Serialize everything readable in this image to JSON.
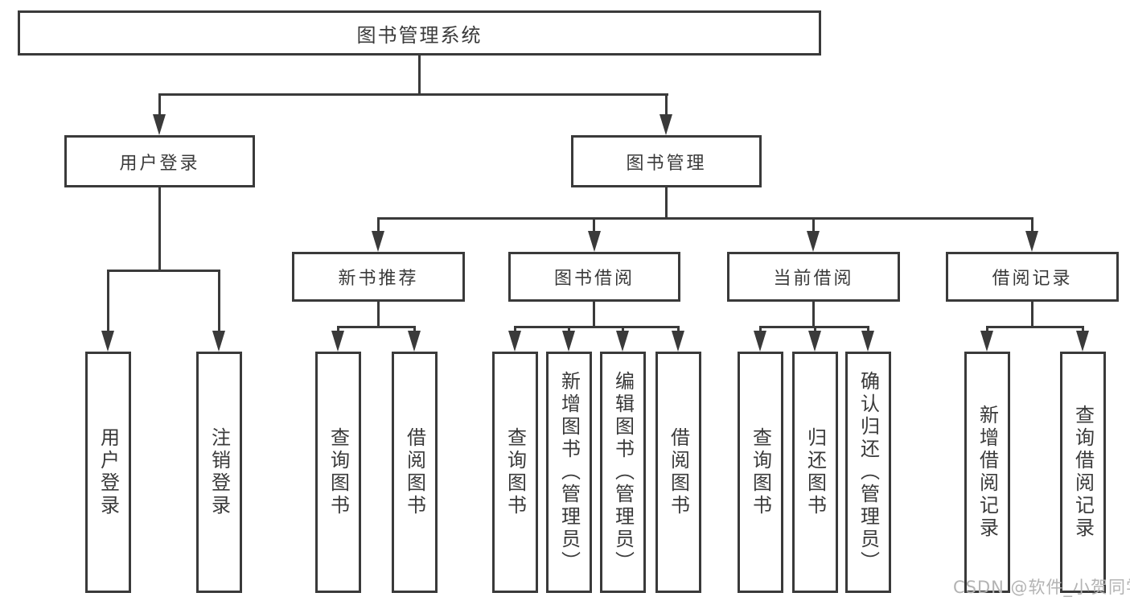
{
  "diagram": {
    "root": {
      "label": "图书管理系统"
    },
    "level2": [
      {
        "label": "用户登录"
      },
      {
        "label": "图书管理"
      }
    ],
    "level3": [
      {
        "label": "新书推荐"
      },
      {
        "label": "图书借阅"
      },
      {
        "label": "当前借阅"
      },
      {
        "label": "借阅记录"
      }
    ],
    "leaves": {
      "user_login": [
        {
          "label": "用户登录"
        },
        {
          "label": "注销登录"
        }
      ],
      "new_book_recommend": [
        {
          "label": "查询图书"
        },
        {
          "label": "借阅图书"
        }
      ],
      "book_borrow": [
        {
          "label": "查询图书"
        },
        {
          "label": "新增图书（管理员）"
        },
        {
          "label": "编辑图书（管理员）"
        },
        {
          "label": "借阅图书"
        }
      ],
      "current_borrow": [
        {
          "label": "查询图书"
        },
        {
          "label": "归还图书"
        },
        {
          "label": "确认归还（管理员）"
        }
      ],
      "borrow_record": [
        {
          "label": "新增借阅记录"
        },
        {
          "label": "查询借阅记录"
        }
      ]
    },
    "watermark": {
      "text": "CSDN @软件_小贺同学"
    },
    "colors": {
      "line": "#3a3a3a",
      "text": "#3a3a3a",
      "watermark": "#b3b3b3",
      "background": "#ffffff"
    }
  }
}
